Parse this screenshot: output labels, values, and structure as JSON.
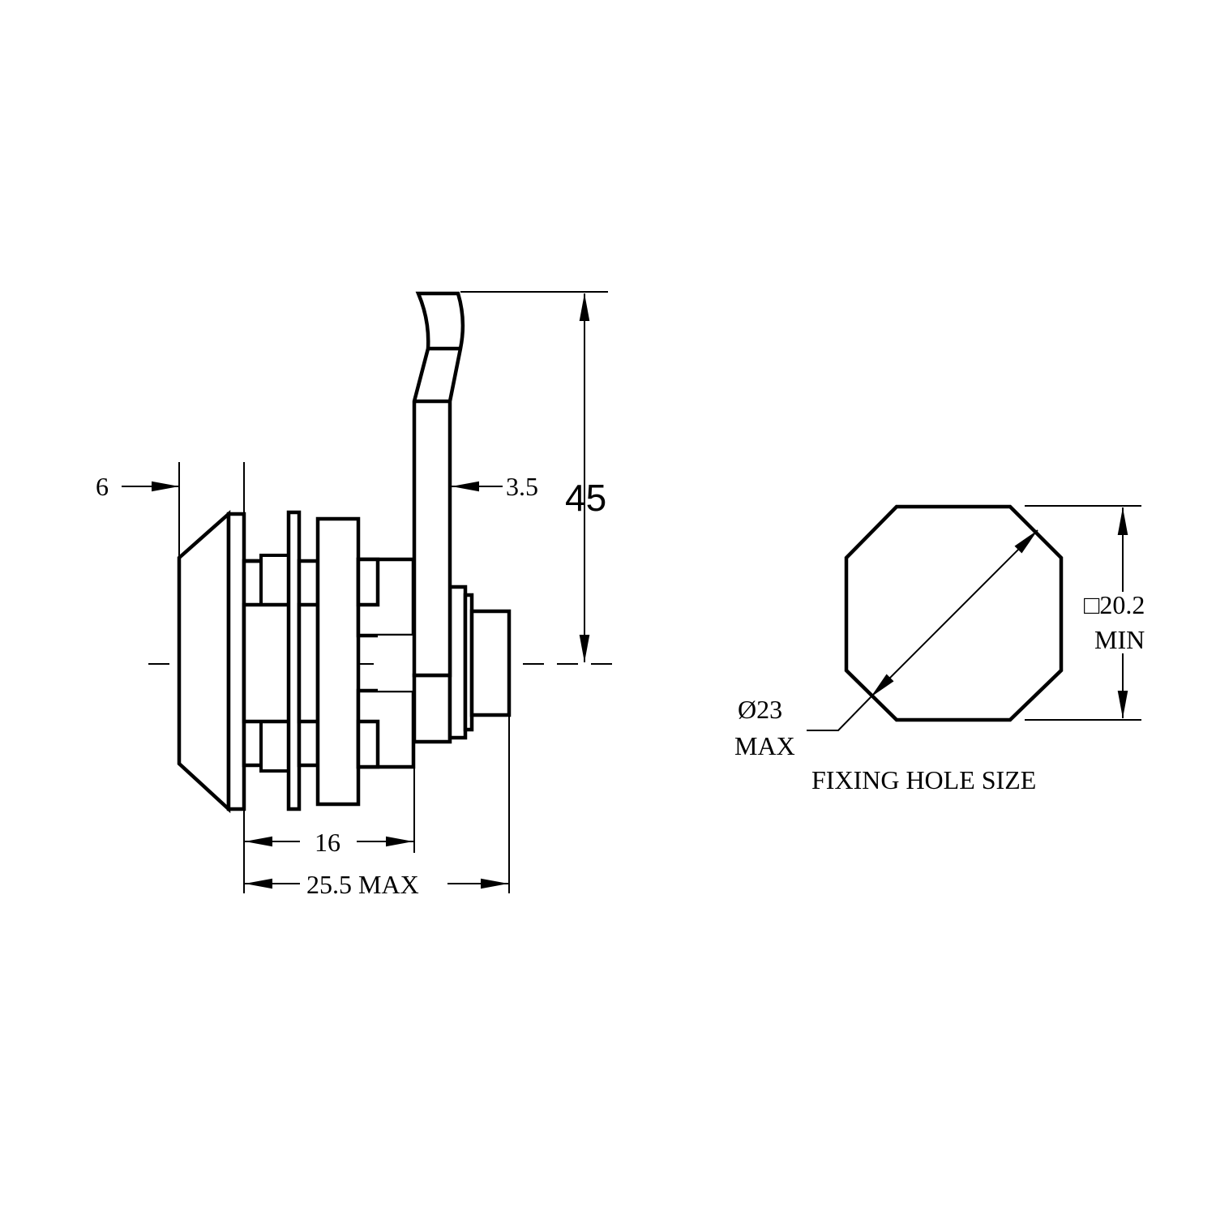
{
  "side_view": {
    "dim_front": "6",
    "dim_cam_thickness": "3.5",
    "dim_height": "45",
    "dim_body": "16",
    "dim_overall": "25.5 MAX"
  },
  "fixing_hole": {
    "square": "□20.2",
    "square_note": "MIN",
    "diameter": "Ø23",
    "diameter_note": "MAX",
    "caption": "FIXING HOLE SIZE"
  }
}
